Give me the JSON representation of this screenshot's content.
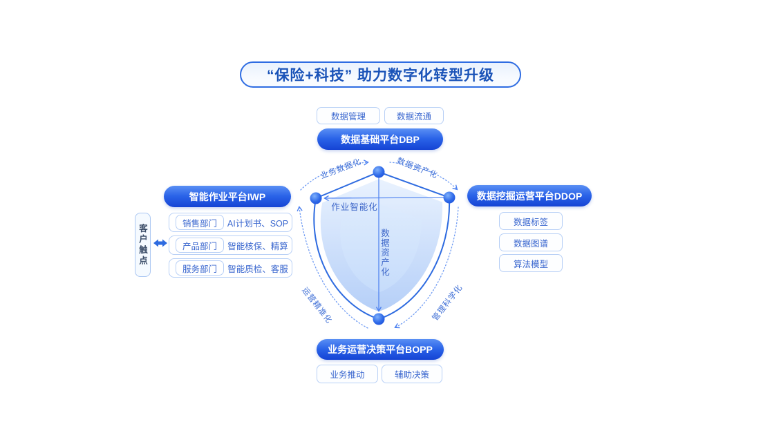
{
  "title": "“保险+科技” 助力数字化转型升级",
  "platforms": {
    "dbp": {
      "label": "数据基础平台DBP",
      "items": [
        "数据管理",
        "数据流通"
      ]
    },
    "iwp": {
      "label": "智能作业平台IWP",
      "rows": [
        {
          "dept": "销售部门",
          "capability": "AI计划书、SOP"
        },
        {
          "dept": "产品部门",
          "capability": "智能核保、精算"
        },
        {
          "dept": "服务部门",
          "capability": "智能质检、客服"
        }
      ]
    },
    "ddop": {
      "label": "数据挖掘运营平台DDOP",
      "items": [
        "数据标签",
        "数据图谱",
        "算法模型"
      ]
    },
    "bopp": {
      "label": "业务运营决策平台BOPP",
      "items": [
        "业务推动",
        "辅助决策"
      ]
    }
  },
  "customer_touchpoint": "客户触点",
  "shield": {
    "center_label": "数据资产化",
    "flow_top_left": "业务数据化",
    "flow_top_right": "数据资产化",
    "flow_bottom_right": "管理科学化",
    "flow_bottom_left": "运营精准化",
    "flow_inner": "作业智能化"
  },
  "colors": {
    "accent_blue": "#2e6be0",
    "pill_gradient_top": "#5a8ff4",
    "pill_gradient_bottom": "#1543d4",
    "chip_border": "#b8d0f6",
    "chip_text": "#3a67cf",
    "title_text": "#1a53b8",
    "shield_fill_light": "#dcebfd",
    "shield_fill_mid": "#b5cff8"
  }
}
